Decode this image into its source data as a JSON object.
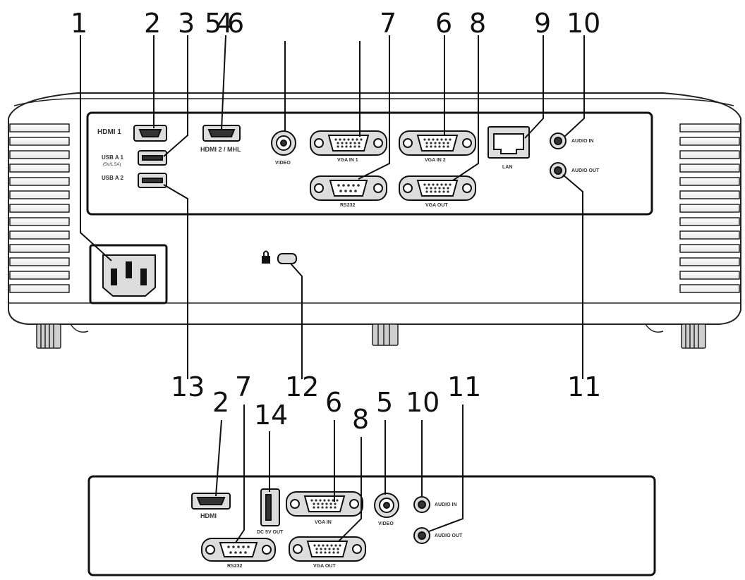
{
  "top_panel": {
    "callouts": [
      "1",
      "2",
      "3",
      "5",
      "4",
      "6",
      "7",
      "6",
      "8",
      "9",
      "10",
      "11",
      "12",
      "13"
    ],
    "labels": {
      "hdmi1": "HDMI 1",
      "hdmi2": "HDMI 2 / MHL",
      "usb_a1": "USB A 1",
      "usb_a1_sub": "(5V/1.5A)",
      "usb_a2": "USB A 2",
      "video": "VIDEO",
      "vga_in1": "VGA IN 1",
      "vga_in2": "VGA IN 2",
      "rs232": "RS232",
      "vga_out": "VGA OUT",
      "lan": "LAN",
      "audio_in": "AUDIO IN",
      "audio_out": "AUDIO OUT"
    }
  },
  "bottom_panel": {
    "callouts": [
      "2",
      "7",
      "14",
      "6",
      "8",
      "5",
      "10",
      "11"
    ],
    "labels": {
      "hdmi": "HDMI",
      "dc_out": "DC 5V OUT",
      "vga_in": "VGA IN",
      "video": "VIDEO",
      "audio_in": "AUDIO IN",
      "audio_out": "AUDIO OUT",
      "rs232": "RS232",
      "vga_out": "VGA OUT"
    }
  }
}
